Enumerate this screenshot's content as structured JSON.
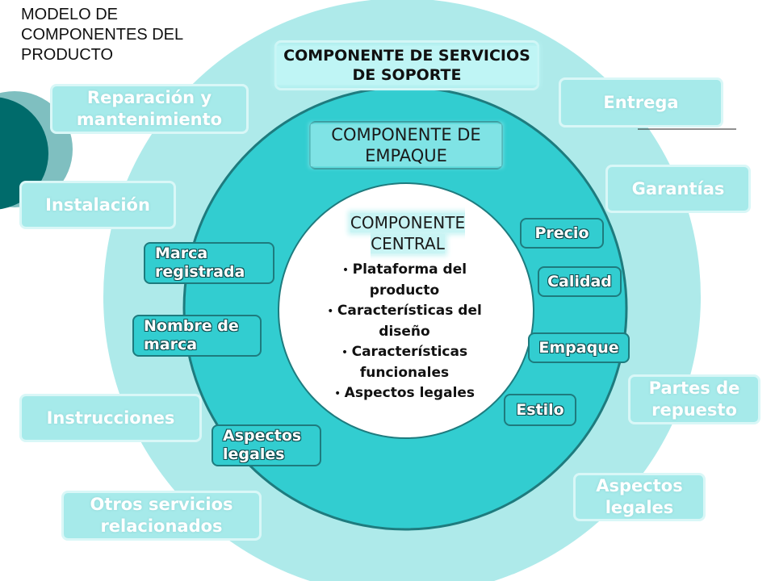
{
  "title": "MODELO DE COMPONENTES DEL PRODUCTO",
  "support": {
    "label": "COMPONENTE DE SERVICIOS DE SOPORTE"
  },
  "packaging": {
    "label": "COMPONENTE DE EMPAQUE"
  },
  "core": {
    "label": "COMPONENTE CENTRAL",
    "items": [
      "Plataforma del producto",
      "Características del diseño",
      "Características funcionales",
      "Aspectos legales"
    ]
  },
  "outer_items": {
    "reparacion": "Reparación y mantenimiento",
    "instalacion": "Instalación",
    "instrucciones": "Instrucciones",
    "otros": "Otros servicios relacionados",
    "entrega": "Entrega",
    "garantias": "Garantías",
    "repuestos": "Partes de repuesto",
    "legales": "Aspectos legales"
  },
  "middle_items": {
    "marca_registrada": "Marca registrada",
    "nombre_marca": "Nombre de marca",
    "aspectos_legales": "Aspectos legales",
    "precio": "Precio",
    "calidad": "Calidad",
    "empaque": "Empaque",
    "estilo": "Estilo"
  },
  "colors": {
    "outer_ring": "#aeeaea",
    "middle_ring": "#32cdd0",
    "ring_border": "#1e7b7e",
    "deco_dark": "#006b6b",
    "deco_light": "#7fbfc0"
  }
}
